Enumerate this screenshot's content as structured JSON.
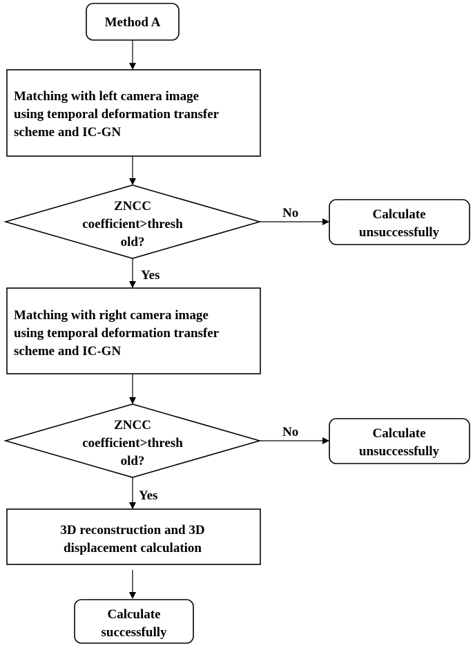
{
  "flowchart": {
    "start": {
      "label": "Method A"
    },
    "step_left": {
      "lines": [
        "Matching with left camera image",
        "using temporal deformation transfer",
        "scheme and IC-GN"
      ]
    },
    "decision_1": {
      "lines": [
        "ZNCC",
        "coefficient>thresh",
        "old?"
      ]
    },
    "fail_1": {
      "lines": [
        "Calculate",
        "unsuccessfully"
      ]
    },
    "step_right": {
      "lines": [
        "Matching with right camera image",
        "using temporal deformation transfer",
        "scheme and IC-GN"
      ]
    },
    "decision_2": {
      "lines": [
        "ZNCC",
        "coefficient>thresh",
        "old?"
      ]
    },
    "fail_2": {
      "lines": [
        "Calculate",
        "unsuccessfully"
      ]
    },
    "step_3d": {
      "lines": [
        "3D reconstruction and 3D",
        "displacement calculation"
      ]
    },
    "end": {
      "lines": [
        "Calculate",
        "successfully"
      ]
    },
    "edge_labels": {
      "no_1": "No",
      "yes_1": "Yes",
      "no_2": "No",
      "yes_2": "Yes"
    }
  },
  "colors": {
    "stroke": "#000000",
    "fill": "#ffffff",
    "text": "#000000"
  }
}
